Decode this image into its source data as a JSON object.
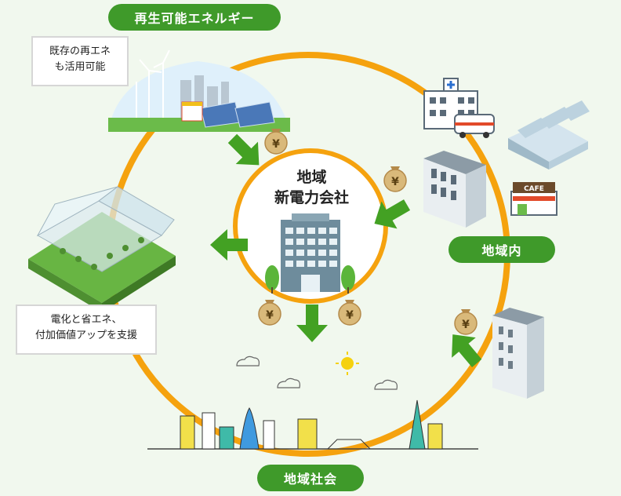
{
  "labels": {
    "renewable": "再生可能エネルギー",
    "local": "地域内",
    "community": "地域社会",
    "center_line1": "地域",
    "center_line2": "新電力会社",
    "note_top_line1": "既存の再エネ",
    "note_top_line2": "も活用可能",
    "note_left_line1": "電化と省エネ、",
    "note_left_line2": "付加価値アップを支援",
    "cafe": "CAFE"
  },
  "money_icon": "yen-money-bag-icon",
  "colors": {
    "ring": "#f5a20e",
    "arrow": "#43a123",
    "pill": "#3f9a2a",
    "coin_bag": "#d9b97a",
    "building": "#6e8c9c",
    "background": "#f1f8ee"
  }
}
